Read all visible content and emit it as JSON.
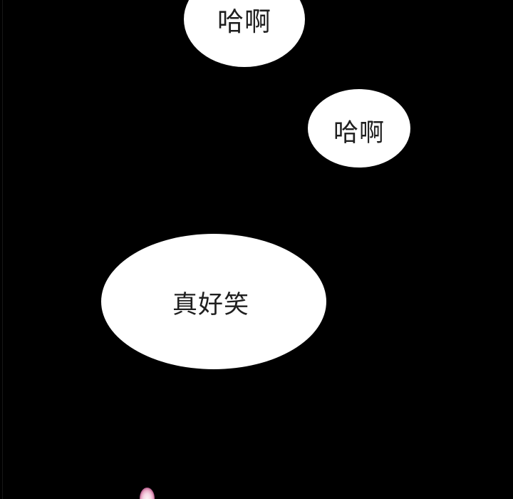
{
  "page": {
    "type": "comic-panel",
    "background_color": "#000000"
  },
  "bubbles": [
    {
      "id": "bubble-1",
      "text": "哈啊",
      "shape": "ellipse",
      "note": "top bubble, clipped at top edge"
    },
    {
      "id": "bubble-2",
      "text": "哈啊",
      "shape": "ellipse",
      "note": "middle-right bubble"
    },
    {
      "id": "bubble-3",
      "text": "真好笑",
      "shape": "ellipse",
      "note": "large lower-left bubble"
    }
  ],
  "colors": {
    "bubble_fill": "#ffffff",
    "bubble_text": "#1f1f1f",
    "edge_line": "#161616",
    "pink_object_core": "#fdf4f7",
    "pink_object_mid": "#e9aac6",
    "pink_object_rim": "#5e2342"
  }
}
